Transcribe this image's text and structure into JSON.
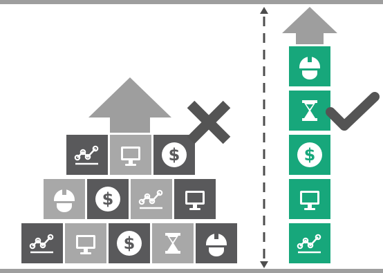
{
  "colors": {
    "dark_tile": "#59595b",
    "light_tile": "#a8a8a8",
    "green_tile": "#17a77b",
    "arrow": "#9e9e9e",
    "mark": "#545454",
    "rule": "#9e9e9e"
  },
  "pyramid": {
    "row_top": [
      {
        "icon": "chart-line-icon",
        "shade": "dark"
      },
      {
        "icon": "monitor-icon",
        "shade": "light"
      },
      {
        "icon": "dollar-coin-icon",
        "shade": "dark"
      }
    ],
    "row_middle": [
      {
        "icon": "hard-hat-icon",
        "shade": "light"
      },
      {
        "icon": "dollar-coin-icon",
        "shade": "dark"
      },
      {
        "icon": "chart-line-icon",
        "shade": "light"
      },
      {
        "icon": "monitor-icon",
        "shade": "dark"
      }
    ],
    "row_bottom": [
      {
        "icon": "chart-line-icon",
        "shade": "dark"
      },
      {
        "icon": "monitor-icon",
        "shade": "light"
      },
      {
        "icon": "dollar-coin-icon",
        "shade": "dark"
      },
      {
        "icon": "hourglass-icon",
        "shade": "light"
      },
      {
        "icon": "hard-hat-icon",
        "shade": "dark"
      }
    ],
    "verdict_icon": "x-mark-icon"
  },
  "stack": {
    "tiles": [
      {
        "icon": "hard-hat-icon",
        "shade": "green"
      },
      {
        "icon": "hourglass-icon",
        "shade": "green"
      },
      {
        "icon": "dollar-coin-icon",
        "shade": "green"
      },
      {
        "icon": "monitor-icon",
        "shade": "green"
      },
      {
        "icon": "chart-line-icon",
        "shade": "green"
      }
    ],
    "verdict_icon": "check-mark-icon"
  },
  "divider_icon": "dashed-double-arrow-icon"
}
